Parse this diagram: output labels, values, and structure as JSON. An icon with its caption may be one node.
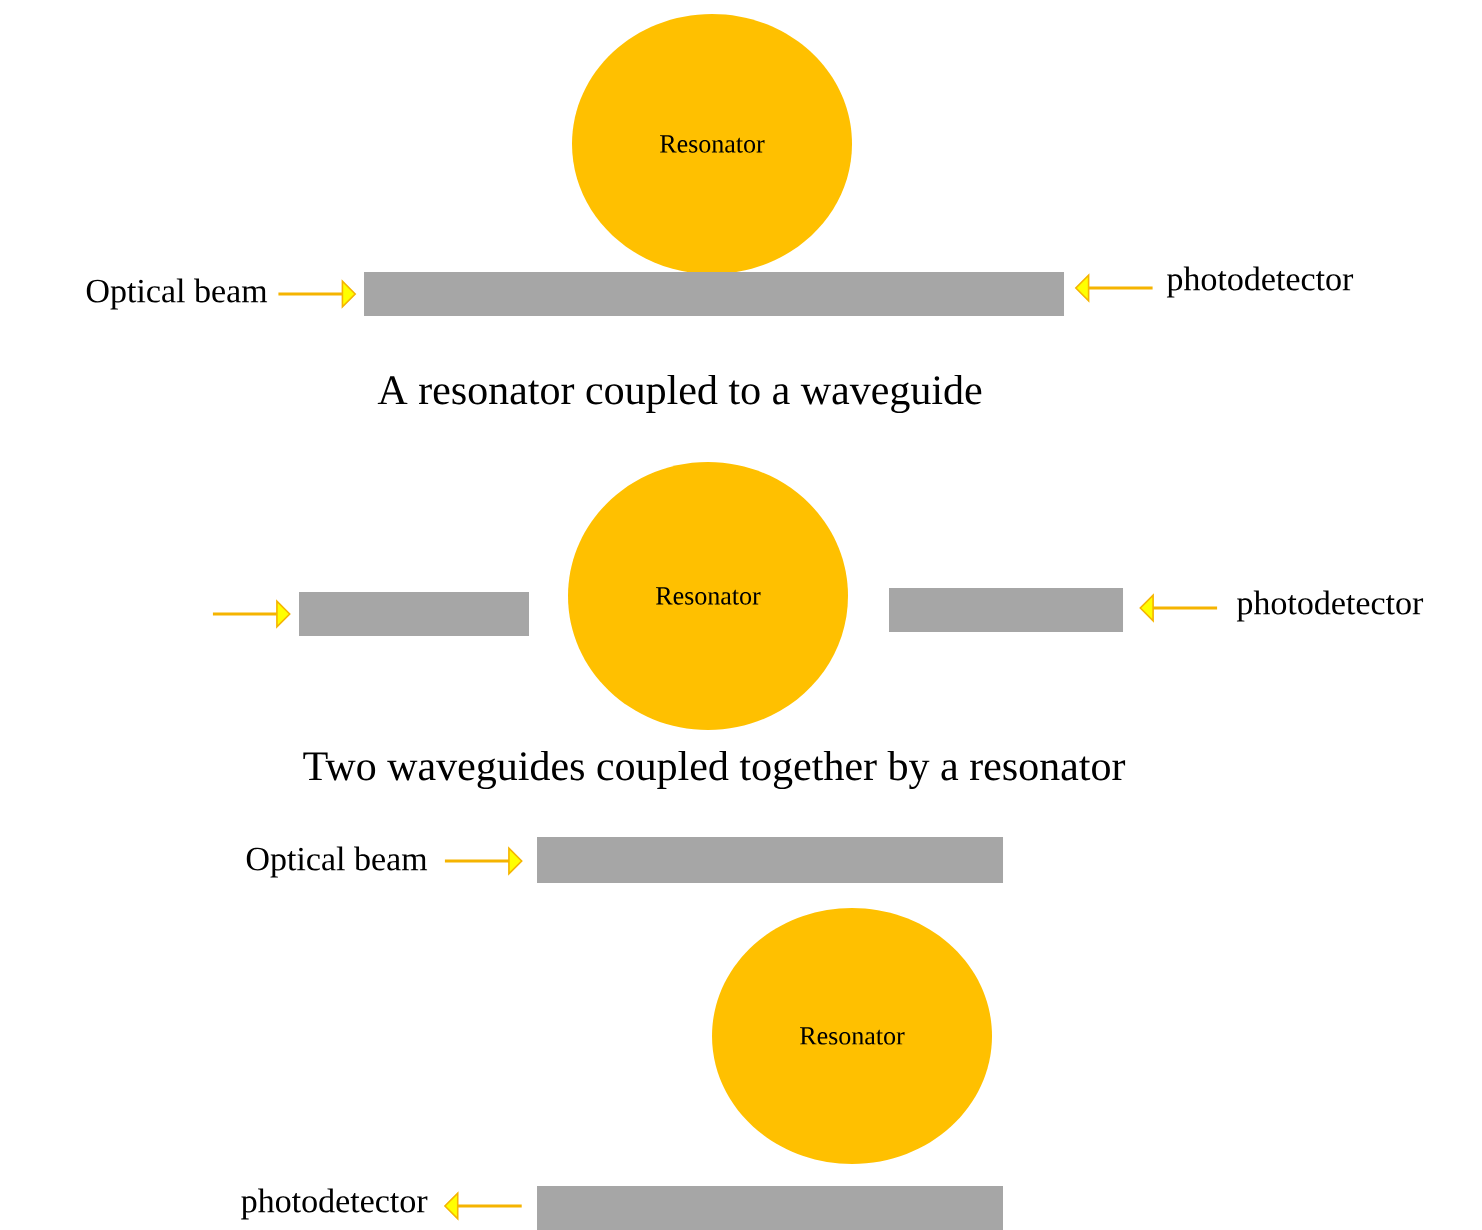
{
  "diagram": {
    "nodes": [
      {
        "text": [
          "Resonator"
        ]
      },
      {
        "text": [
          "Optical beam"
        ]
      },
      {
        "text": [],
        "shape": "bar"
      },
      {
        "text": [
          "photodetector"
        ]
      },
      {
        "text": [],
        "shape": "bar"
      },
      {
        "text": [
          "Resonator"
        ]
      },
      {
        "text": [],
        "shape": "bar"
      },
      {
        "text": [
          "photodetector"
        ]
      },
      {
        "text": [
          "Optical beam"
        ]
      },
      {
        "text": [],
        "shape": "bar"
      },
      {
        "text": [
          "Resonator"
        ]
      },
      {
        "text": [],
        "shape": "bar"
      },
      {
        "text": [
          "photodetector"
        ]
      }
    ],
    "edges": [
      {
        "from": 1,
        "to": 2,
        "arrow": "to"
      },
      {
        "from": 3,
        "to": 2,
        "arrow": "to"
      },
      {
        "from": null,
        "to": 4,
        "arrow": "to"
      },
      {
        "from": 7,
        "to": 6,
        "arrow": "to"
      },
      {
        "from": 8,
        "to": 9,
        "arrow": "to"
      },
      {
        "from": 11,
        "to": 12,
        "arrow": "to"
      }
    ],
    "labels": [
      "A resonator coupled to a waveguide",
      "Two waveguides coupled together by a resonator"
    ]
  }
}
